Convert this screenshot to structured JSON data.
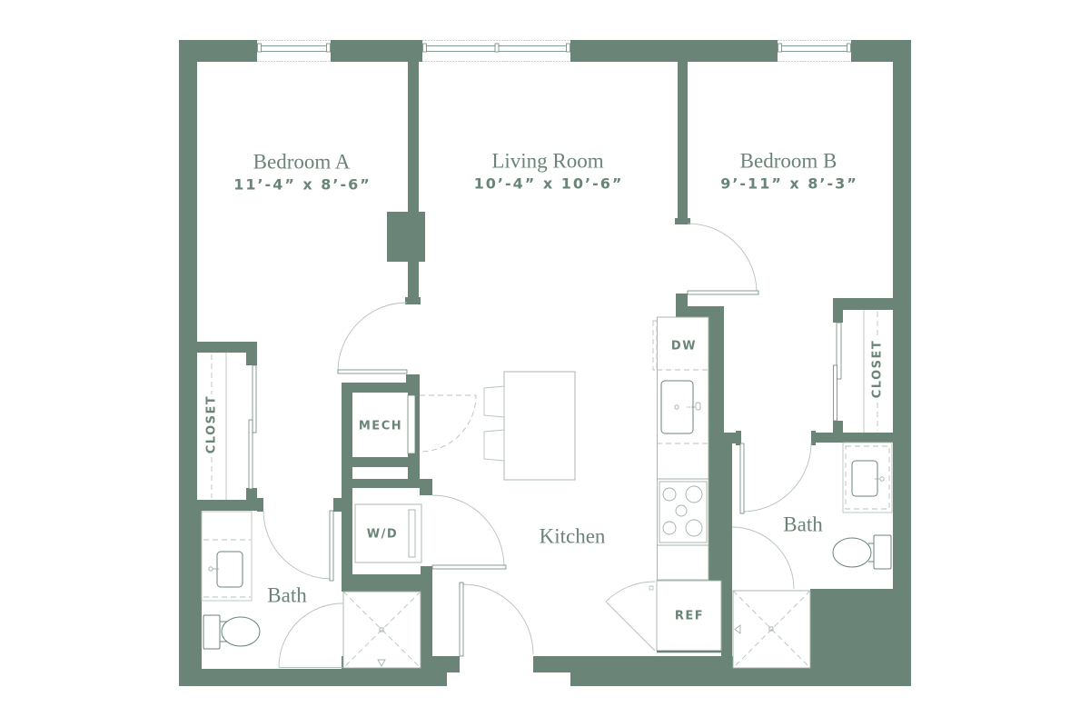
{
  "plan": {
    "colors": {
      "wall": "#6a8477",
      "line": "#6a8477",
      "swing": "#b5c2bb",
      "text": "#6a8477",
      "background": "#ffffff"
    },
    "rooms": {
      "bedroom_a": {
        "name": "Bedroom A",
        "dimensions": "11’-4” x 8’-6”"
      },
      "living_room": {
        "name": "Living Room",
        "dimensions": "10’-4” x 10’-6”"
      },
      "bedroom_b": {
        "name": "Bedroom B",
        "dimensions": "9’-11” x 8’-3”"
      },
      "kitchen": {
        "name": "Kitchen"
      },
      "bath_a": {
        "name": "Bath"
      },
      "bath_b": {
        "name": "Bath"
      }
    },
    "labels": {
      "closet_a": "CLOSET",
      "closet_b": "CLOSET",
      "mech": "MECH",
      "washer_dryer": "W/D",
      "dishwasher": "DW",
      "refrigerator": "REF"
    }
  }
}
